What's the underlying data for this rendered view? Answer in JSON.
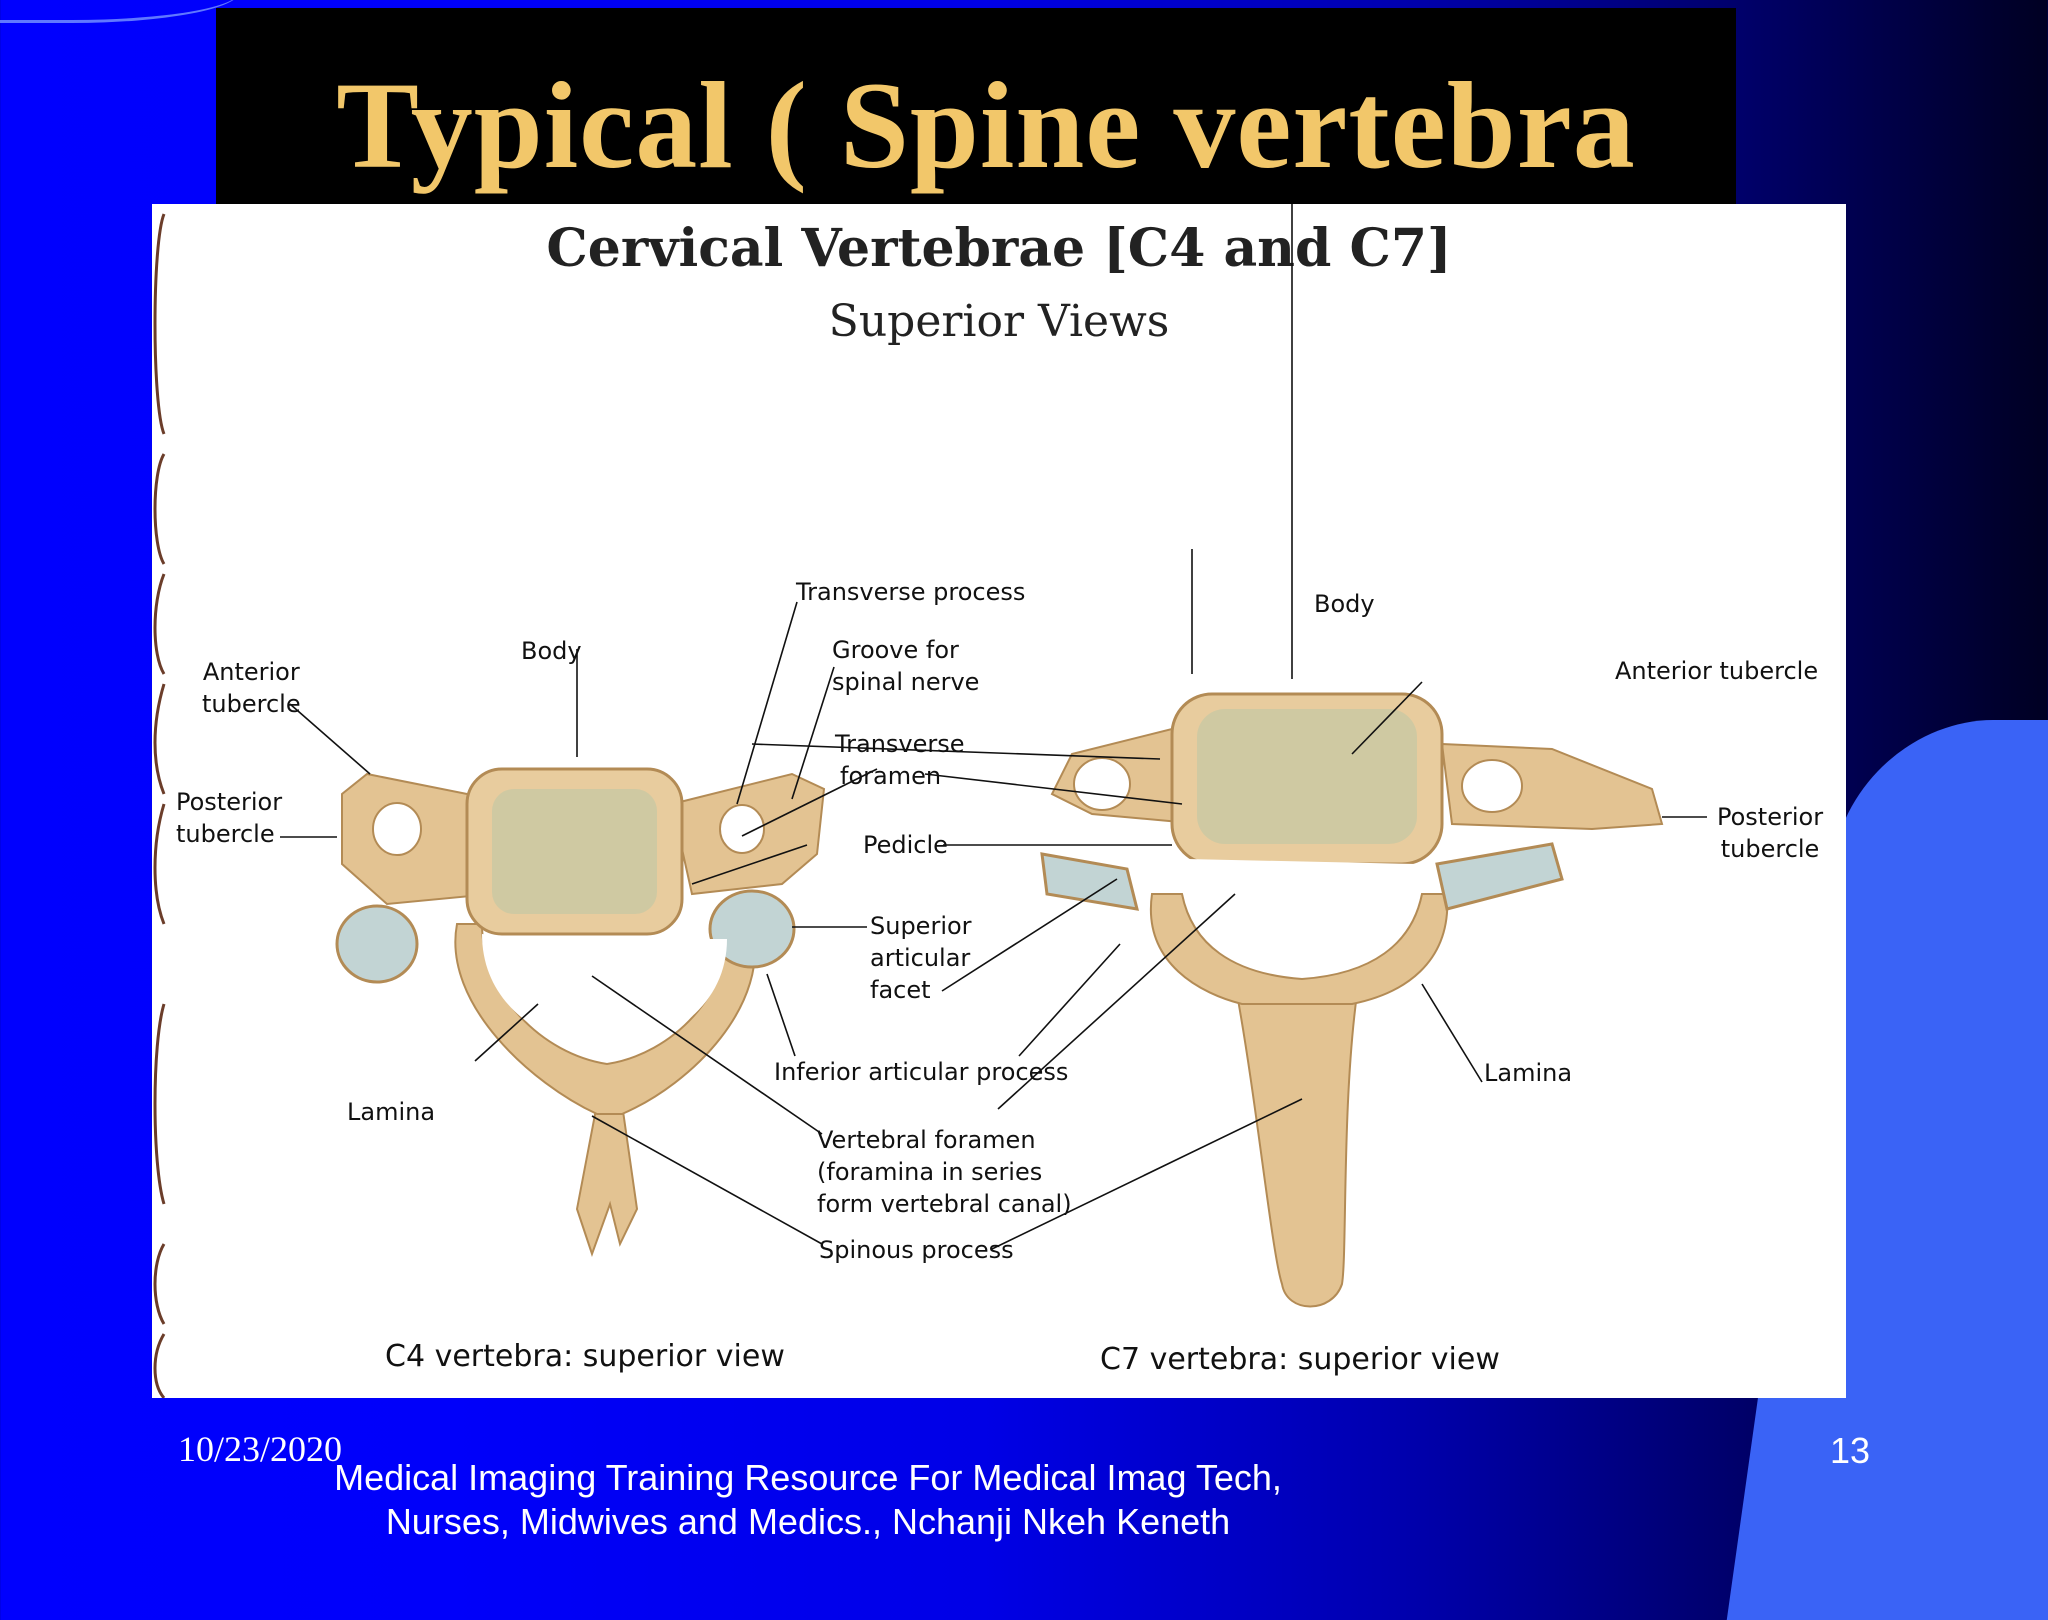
{
  "slide": {
    "title": "Typical (   Spine vertebra",
    "date": "10/23/2020",
    "footer_line1": "Medical Imaging Training Resource For Medical Imag Tech,",
    "footer_line2": "Nurses, Midwives and Medics., Nchanji Nkeh Keneth",
    "page_number": "13"
  },
  "figure": {
    "title": "Cervical Vertebrae [C4 and C7]",
    "subtitle": "Superior Views",
    "labels": {
      "transverse_process": "Transverse process",
      "body_c7": "Body",
      "groove_line1": "Groove for",
      "groove_line2": "spinal nerve",
      "transverse_foramen_line1": "Transverse",
      "transverse_foramen_line2": "foramen",
      "anterior_tubercle_c4_line1": "Anterior",
      "anterior_tubercle_c4_line2": "tubercle",
      "body_c4": "Body",
      "posterior_tubercle_c4_line1": "Posterior",
      "posterior_tubercle_c4_line2": "tubercle",
      "pedicle": "Pedicle",
      "superior_facet_line1": "Superior",
      "superior_facet_line2": "articular",
      "superior_facet_line3": "facet",
      "inferior_articular_process": "Inferior articular process",
      "lamina_c4": "Lamina",
      "lamina_c7": "Lamina",
      "vertebral_foramen_line1": "Vertebral foramen",
      "vertebral_foramen_line2": "(foramina in series",
      "vertebral_foramen_line3": "form vertebral canal)",
      "spinous_process": "Spinous process",
      "anterior_tubercle_c7": "Anterior tubercle",
      "posterior_tubercle_c7_line1": "Posterior",
      "posterior_tubercle_c7_line2": "tubercle"
    },
    "caption_c4": "C4 vertebra: superior view",
    "caption_c7": "C7 vertebra: superior view"
  },
  "colors": {
    "title_text": "#f2c76a",
    "title_box": "#000000",
    "bone": "#e3c392",
    "bone_edge": "#b38b55",
    "cancellous": "#cfc9a2",
    "facet": "#c2d4d4",
    "footer_text": "#ffffff"
  }
}
